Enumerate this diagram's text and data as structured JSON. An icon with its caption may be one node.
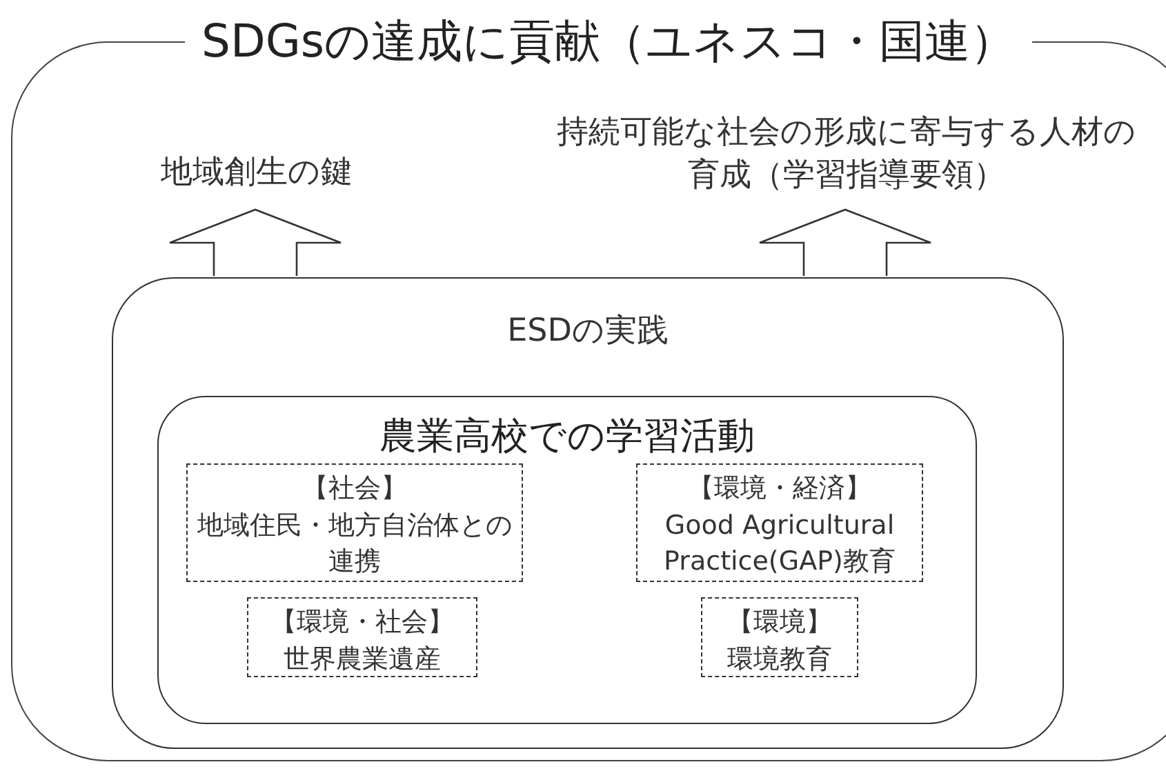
{
  "diagram": {
    "nodes": [
      {
        "text": [
          "SDGsの達成に貢献（ユネスコ・国連）"
        ]
      },
      {
        "text": [
          "地域創生の鍵"
        ],
        "in": 0
      },
      {
        "text": [
          "持続可能な社会の形成に寄与する人材の育成（学習指導要領）"
        ],
        "in": 0
      },
      {
        "text": [
          "ESDの実践"
        ],
        "in": 0
      },
      {
        "text": [
          "農業高校での学習活動"
        ],
        "in": 3
      },
      {
        "text": [
          "【社会】",
          "地域住民・地方自治体との連携"
        ],
        "in": 4
      },
      {
        "text": [
          "【環境・経済】",
          "Good Agricultural Practice(GAP)教育"
        ],
        "in": 4
      },
      {
        "text": [
          "【環境・社会】",
          "世界農業遺産"
        ],
        "in": 4
      },
      {
        "text": [
          "【環境】",
          "環境教育"
        ],
        "in": 4
      }
    ],
    "edges": [
      {
        "from": 3,
        "to": 1,
        "arrow": "to"
      },
      {
        "from": 3,
        "to": 2,
        "arrow": "to"
      }
    ]
  }
}
